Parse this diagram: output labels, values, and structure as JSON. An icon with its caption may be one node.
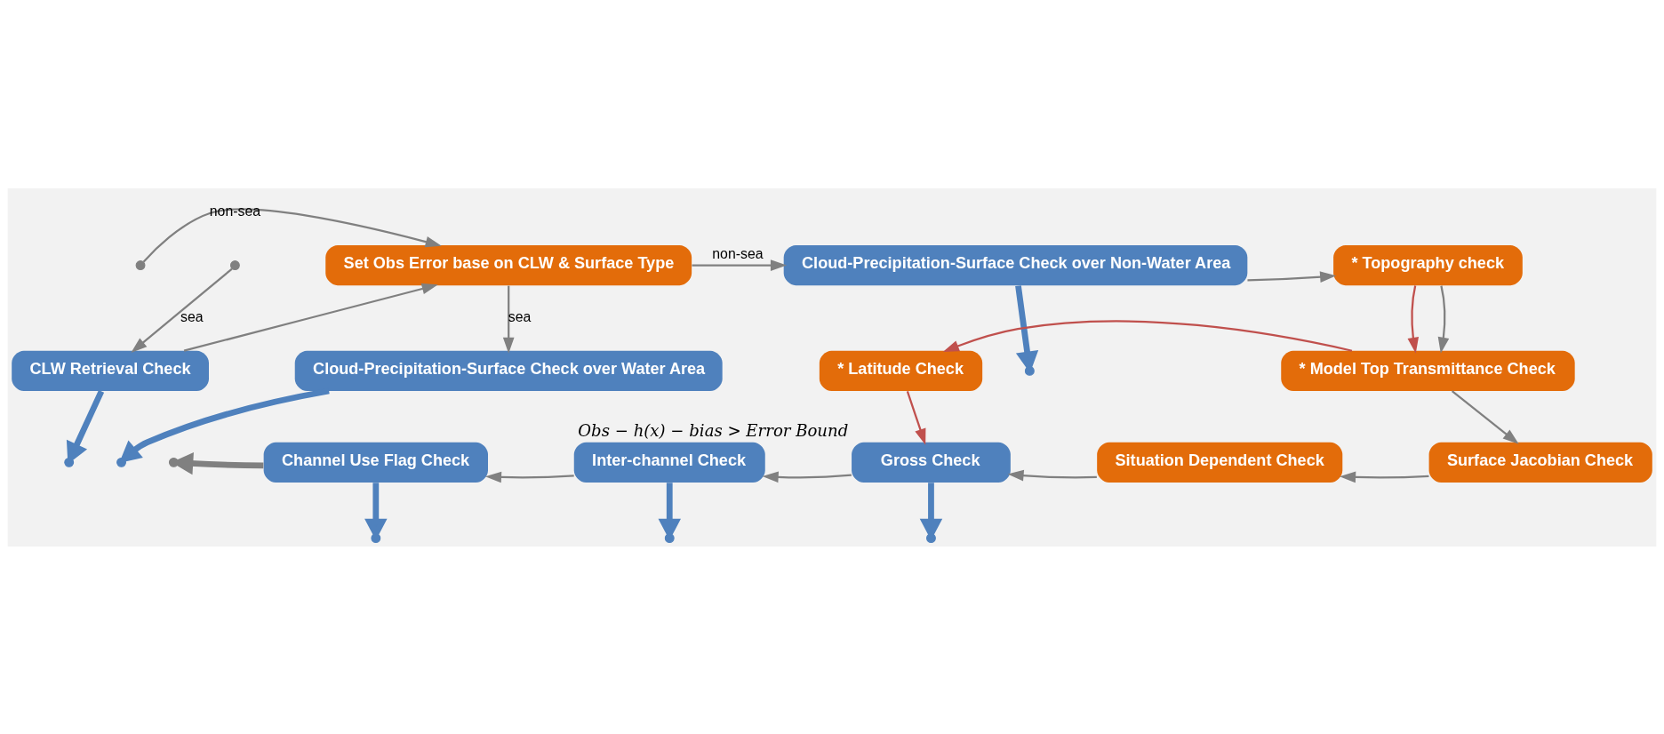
{
  "diagram": {
    "nodes": [
      {
        "text": [
          "Set Obs Error base on CLW & Surface Type"
        ]
      },
      {
        "text": [
          "CLW Retrieval Check"
        ]
      },
      {
        "text": [
          "Cloud-Precipitation-Surface Check over Non-Water Area"
        ]
      },
      {
        "text": [
          "Cloud-Precipitation-Surface Check over Water Area"
        ]
      },
      {
        "text": [
          "* Topography check"
        ]
      },
      {
        "text": [
          "* Model Top Transmittance Check"
        ]
      },
      {
        "text": [
          "* Latitude Check"
        ]
      },
      {
        "text": [
          "Surface Jacobian Check"
        ]
      },
      {
        "text": [
          "Situation Dependent Check"
        ]
      },
      {
        "text": [
          "Gross Check"
        ],
        "beside": [
          "Obs − h(x) − bias > Error Bound"
        ]
      },
      {
        "text": [
          "Inter-channel Check"
        ]
      },
      {
        "text": [
          "Channel Use Flag Check"
        ]
      }
    ],
    "edges": [
      {
        "from": null,
        "to": 0,
        "arrow": "to",
        "label": "non-sea"
      },
      {
        "from": null,
        "to": 1,
        "arrow": "to",
        "label": "sea"
      },
      {
        "from": 1,
        "to": 0,
        "arrow": "to"
      },
      {
        "from": 1,
        "to": null,
        "arrow": "to",
        "style": "thick",
        "color": "#4f81bd"
      },
      {
        "from": 0,
        "to": 2,
        "arrow": "to",
        "label": "non-sea"
      },
      {
        "from": 0,
        "to": 3,
        "arrow": "to",
        "label": "sea"
      },
      {
        "from": 2,
        "to": null,
        "arrow": "to",
        "style": "thick",
        "color": "#4f81bd"
      },
      {
        "from": 3,
        "to": null,
        "arrow": "to",
        "style": "thick",
        "color": "#4f81bd"
      },
      {
        "from": 2,
        "to": 4,
        "arrow": "to"
      },
      {
        "from": 4,
        "to": 5,
        "arrow": "to",
        "color": "#c0504d"
      },
      {
        "from": 4,
        "to": 5,
        "arrow": "to"
      },
      {
        "from": 5,
        "to": 6,
        "arrow": "to",
        "color": "#c0504d"
      },
      {
        "from": 6,
        "to": 9,
        "arrow": "to",
        "color": "#c0504d"
      },
      {
        "from": 5,
        "to": 7,
        "arrow": "to"
      },
      {
        "from": 7,
        "to": 8,
        "arrow": "to"
      },
      {
        "from": 8,
        "to": 9,
        "arrow": "to"
      },
      {
        "from": 9,
        "to": 10,
        "arrow": "to"
      },
      {
        "from": 10,
        "to": 11,
        "arrow": "to"
      },
      {
        "from": 9,
        "to": null,
        "arrow": "to",
        "style": "thick",
        "color": "#4f81bd"
      },
      {
        "from": 10,
        "to": null,
        "arrow": "to",
        "style": "thick",
        "color": "#4f81bd"
      },
      {
        "from": 11,
        "to": null,
        "arrow": "to",
        "style": "thick"
      },
      {
        "from": 11,
        "to": null,
        "arrow": "to",
        "style": "thick",
        "color": "#4f81bd"
      }
    ]
  }
}
